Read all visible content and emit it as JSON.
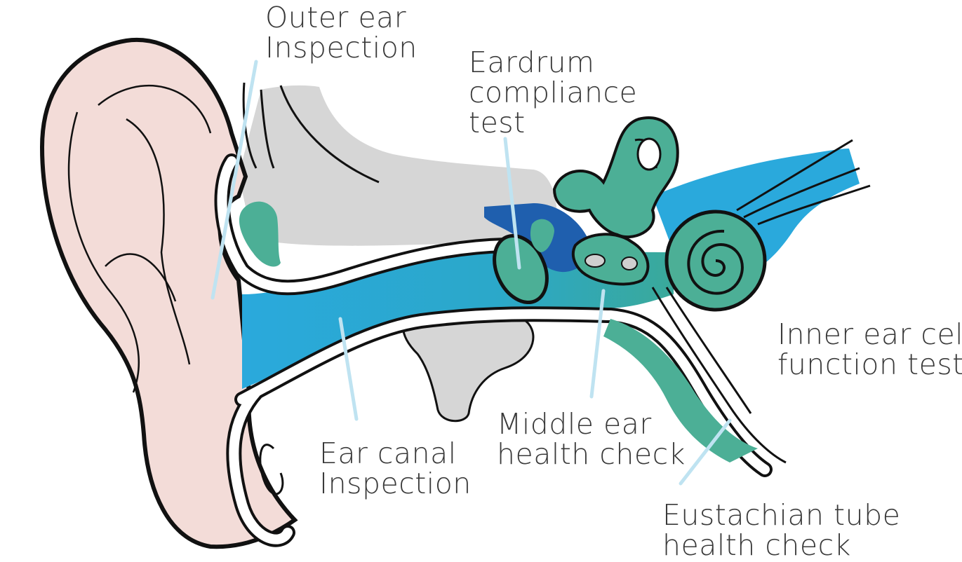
{
  "labels": {
    "outer_ear": {
      "line1": "Outer ear",
      "line2": "Inspection"
    },
    "eardrum": {
      "line1": "Eardrum",
      "line2": "compliance",
      "line3": "test"
    },
    "inner_ear": {
      "line1": "Inner ear cell",
      "line2": "function test"
    },
    "middle_ear": {
      "line1": "Middle ear",
      "line2": "health check"
    },
    "ear_canal": {
      "line1": "Ear canal",
      "line2": "Inspection"
    },
    "eustachian": {
      "line1": "Eustachian tube",
      "line2": "health check"
    }
  },
  "colors": {
    "outline": "#111111",
    "pinna_fill": "#f3dcd8",
    "bone_gray": "#d4d4d4",
    "canal_blue": "#2aa9dc",
    "inner_teal": "#4caf96",
    "dark_blue": "#1f5fae",
    "leader_line": "#bfe3f1"
  }
}
